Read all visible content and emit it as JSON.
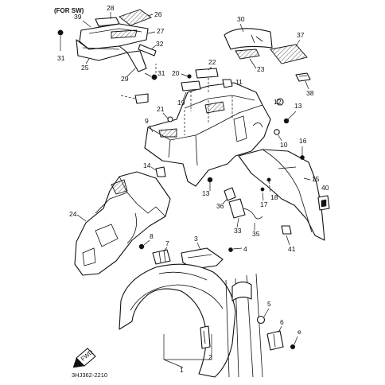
{
  "header_note": "(FOR SW)",
  "diagram_code": "3HJ362-2210",
  "fwd_label": "FWD",
  "callouts": {
    "c1": "1",
    "c2": "2",
    "c3": "3",
    "c4": "4",
    "c5": "5",
    "c6": "6",
    "c7": "7",
    "c8": "8",
    "c9": "9",
    "c10": "10",
    "c11": "11",
    "c12": "12",
    "c13a": "13",
    "c13b": "13",
    "c14": "14",
    "c15": "15",
    "c16": "16",
    "c17": "17",
    "c18": "18",
    "c19": "19",
    "c20": "20",
    "c21": "21",
    "c22": "22",
    "c23": "23",
    "c24": "24",
    "c25": "25",
    "c26": "26",
    "c27": "27",
    "c28": "28",
    "c29": "29",
    "c30": "30",
    "c31a": "31",
    "c31b": "31",
    "c32": "32",
    "c33": "33",
    "c35": "35",
    "c36": "36",
    "c37": "37",
    "c38": "38",
    "c39": "39",
    "c40": "40",
    "c41": "41",
    "c_e": "e"
  }
}
